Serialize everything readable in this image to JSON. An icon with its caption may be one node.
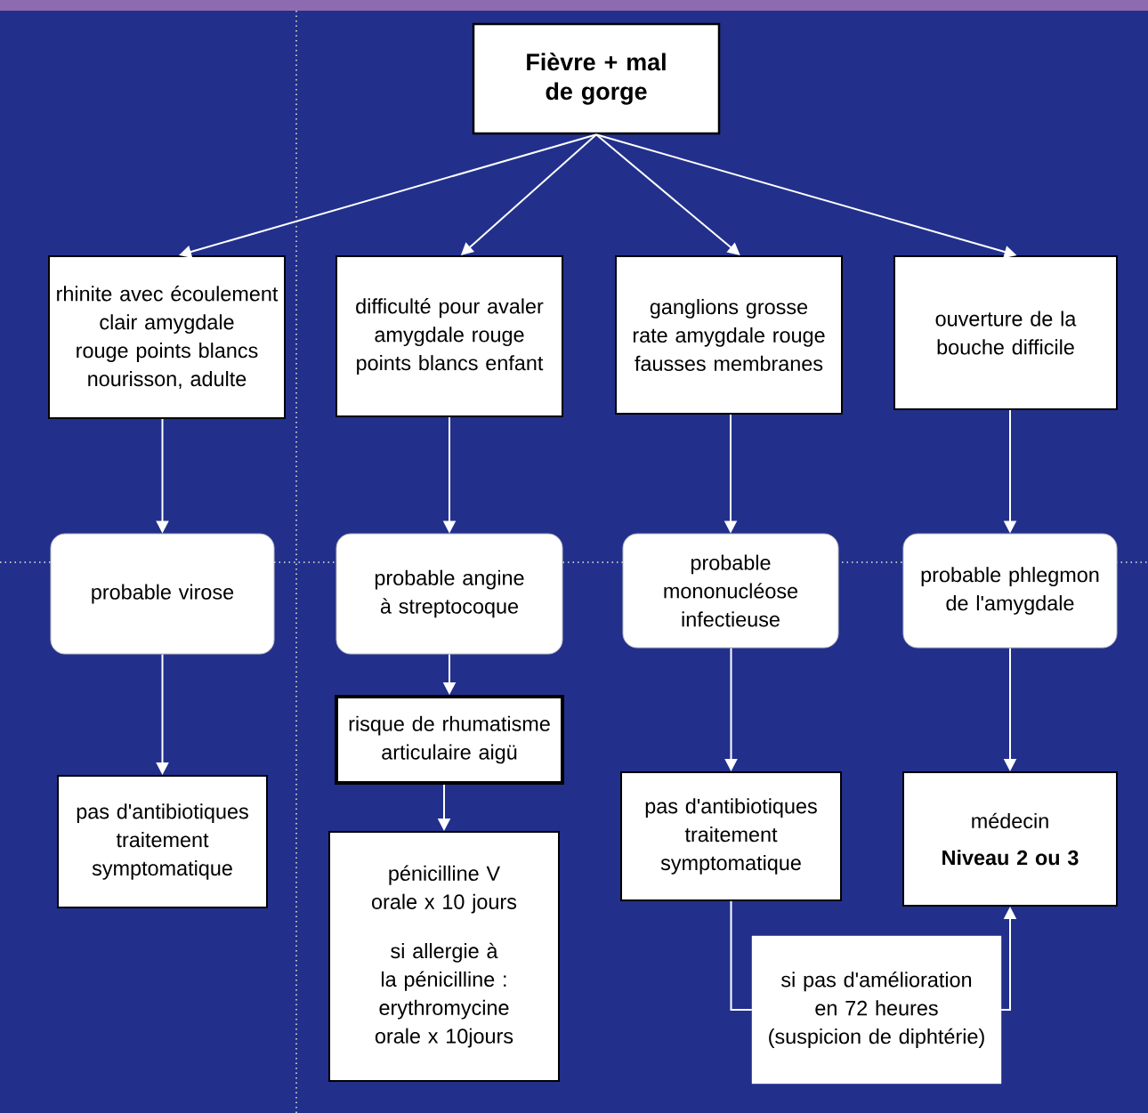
{
  "diagram": {
    "nodes": [
      {
        "text": [
          "Fièvre + mal de gorge"
        ]
      },
      {
        "text": [
          "rhinite avec écoulement clair amygdale rouge points blancs nourisson, adulte"
        ]
      },
      {
        "text": [
          "difficulté pour avaler amygdale rouge points blancs enfant"
        ]
      },
      {
        "text": [
          "ganglions grosse rate amygdale rouge fausses membranes"
        ]
      },
      {
        "text": [
          "ouverture de la bouche difficile"
        ]
      },
      {
        "text": [
          "probable virose"
        ]
      },
      {
        "text": [
          "probable angine à streptocoque"
        ]
      },
      {
        "text": [
          "probable mononucléose infectieuse"
        ]
      },
      {
        "text": [
          "probable phlegmon de l'amygdale"
        ]
      },
      {
        "text": [
          "pas d'antibiotiques traitement symptomatique"
        ]
      },
      {
        "text": [
          "risque de rhumatisme articulaire aigü"
        ]
      },
      {
        "text": [
          "pénicilline V orale x 10 jours",
          "si allergie à la pénicilline : erythromycine orale x 10jours"
        ]
      },
      {
        "text": [
          "pas d'antibiotiques traitement symptomatique"
        ]
      },
      {
        "text": [
          "médecin",
          "Niveau 2 ou 3"
        ]
      },
      {
        "text": [
          "si pas d'amélioration en 72 heures (suspicion de diphtérie)"
        ]
      }
    ],
    "edges": [
      {
        "from": 0,
        "to": 1,
        "arrow": "to"
      },
      {
        "from": 0,
        "to": 2,
        "arrow": "to"
      },
      {
        "from": 0,
        "to": 3,
        "arrow": "to"
      },
      {
        "from": 0,
        "to": 4,
        "arrow": "to"
      },
      {
        "from": 1,
        "to": 5,
        "arrow": "to"
      },
      {
        "from": 2,
        "to": 6,
        "arrow": "to"
      },
      {
        "from": 3,
        "to": 7,
        "arrow": "to"
      },
      {
        "from": 4,
        "to": 8,
        "arrow": "to"
      },
      {
        "from": 5,
        "to": 9,
        "arrow": "to"
      },
      {
        "from": 6,
        "to": 10,
        "arrow": "to"
      },
      {
        "from": 10,
        "to": 11,
        "arrow": "to"
      },
      {
        "from": 7,
        "to": 12,
        "arrow": "to"
      },
      {
        "from": 8,
        "to": 13,
        "arrow": "to"
      },
      {
        "from": 12,
        "to": 14,
        "arrow": "none"
      },
      {
        "from": 14,
        "to": 13,
        "arrow": "to"
      }
    ]
  }
}
